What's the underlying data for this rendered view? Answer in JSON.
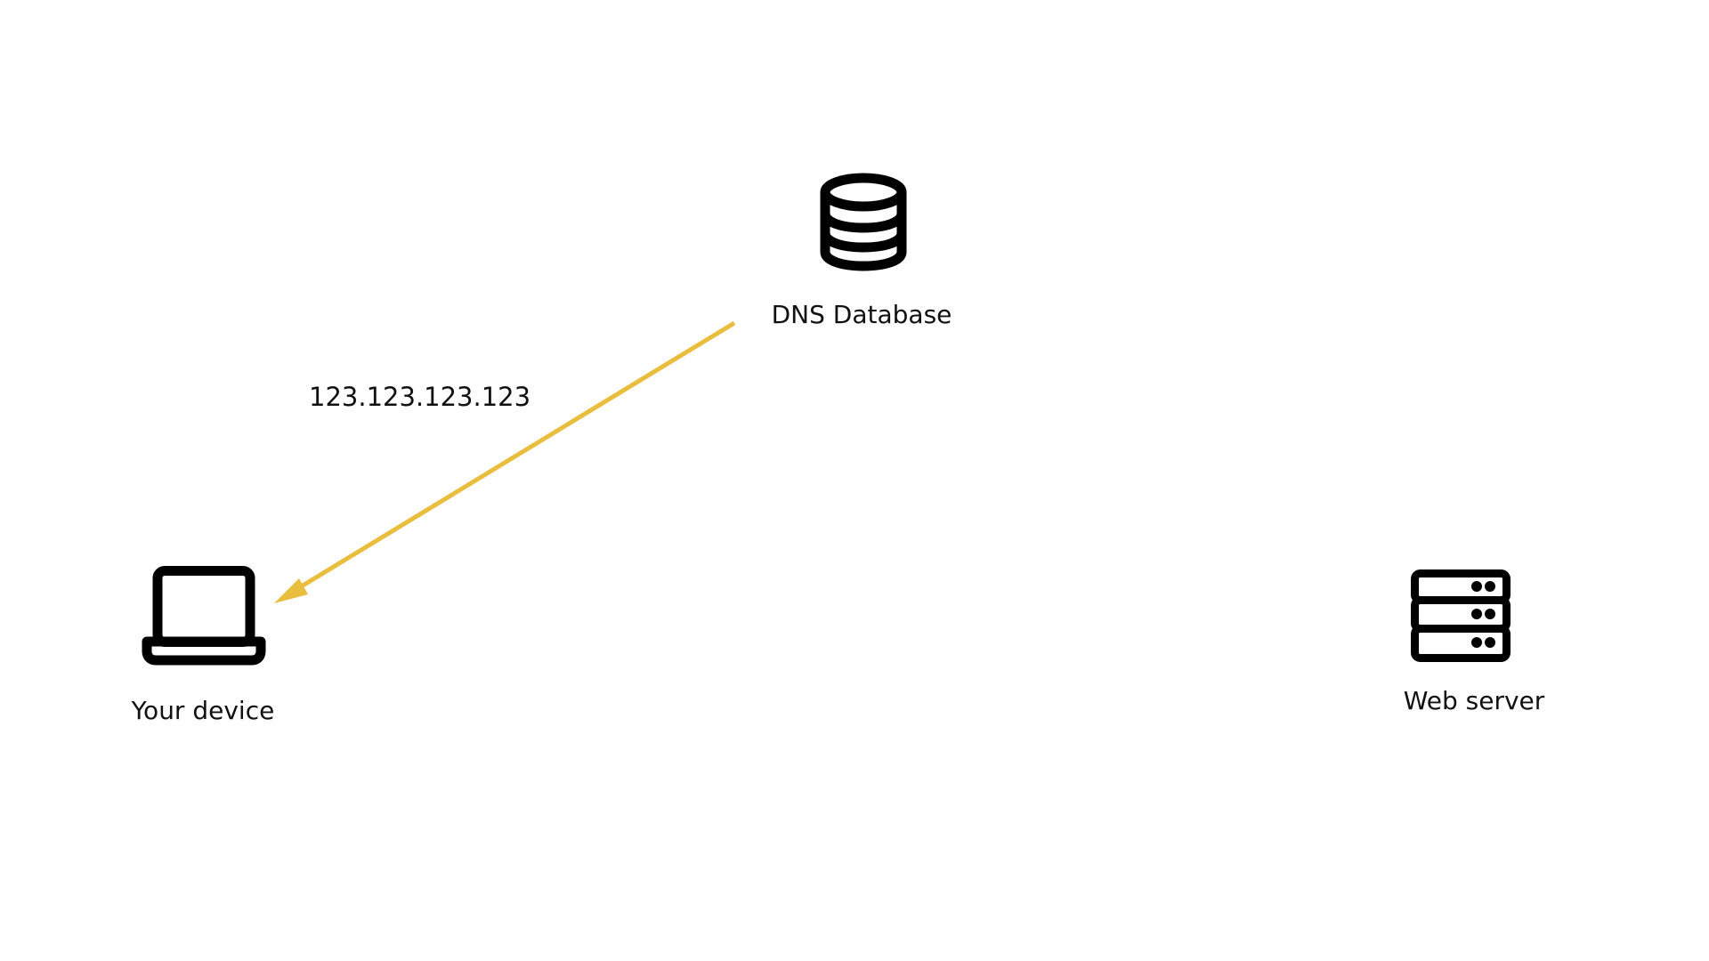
{
  "nodes": {
    "dns_database": {
      "label": "DNS Database",
      "icon": "database-icon"
    },
    "your_device": {
      "label": "Your device",
      "icon": "laptop-icon"
    },
    "web_server": {
      "label": "Web server",
      "icon": "server-icon"
    }
  },
  "edges": [
    {
      "from": "DNS Database",
      "to": "Your device",
      "label": "123.123.123.123",
      "color": "#E9BE3F"
    }
  ],
  "colors": {
    "icon": "#000000",
    "arrow": "#E9BE3F",
    "text": "#111111",
    "background": "#ffffff"
  }
}
